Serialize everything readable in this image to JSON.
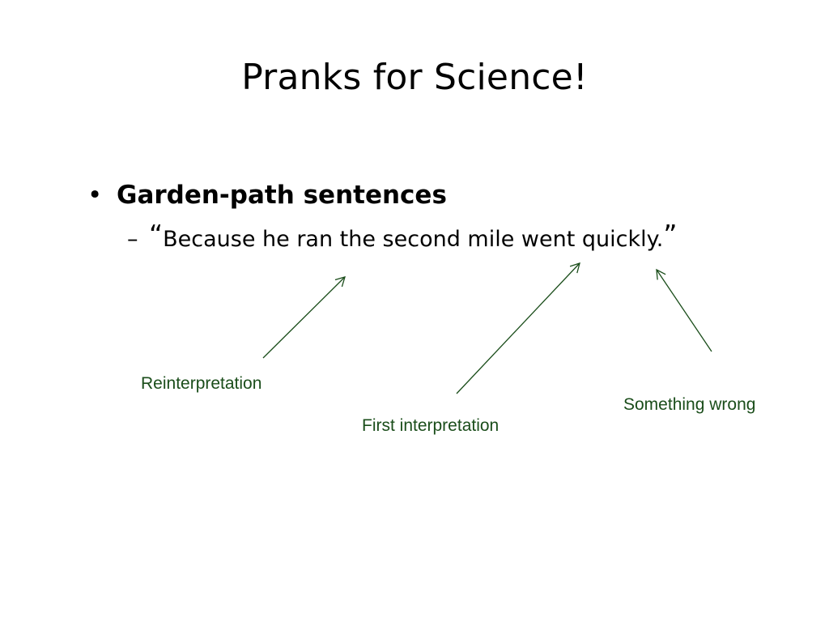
{
  "slide": {
    "title": "Pranks for Science!",
    "bullet": {
      "marker": "•",
      "text": "Garden-path sentences"
    },
    "sub_bullet": {
      "marker": "–",
      "open_quote": "“",
      "text": "Because he ran the second mile went quickly.",
      "close_quote": "”"
    },
    "annotations": {
      "reinterpretation": "Reinterpretation",
      "first_interpretation": "First interpretation",
      "something_wrong": "Something wrong"
    },
    "colors": {
      "annotation": "#1a4d1a",
      "arrow": "#1a4d1a",
      "text": "#000000",
      "background": "#ffffff"
    }
  }
}
